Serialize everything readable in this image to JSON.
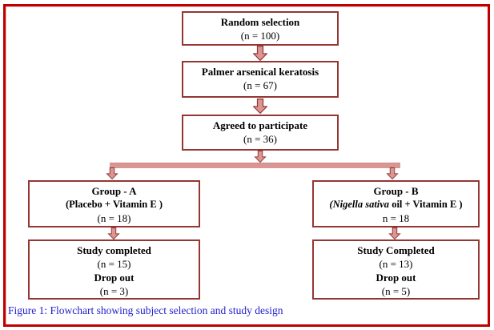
{
  "figure": {
    "caption": "Figure 1: Flowchart showing subject selection and study design"
  },
  "colors": {
    "frame_border": "#c00000",
    "box_border": "#943634",
    "arrow_fill": "#d99694",
    "arrow_outline": "#943634",
    "caption_text": "#2222cc",
    "box_text": "#000000"
  },
  "flowchart": {
    "nodes": {
      "random": {
        "title": "Random selection",
        "count": "(n = 100)"
      },
      "keratosis": {
        "title": "Palmer arsenical keratosis",
        "count": "(n = 67)"
      },
      "agreed": {
        "title": "Agreed to participate",
        "count": "(n = 36)"
      },
      "group_a": {
        "title": "Group - A",
        "treatment": "(Placebo + Vitamin E )",
        "count": "(n = 18)"
      },
      "group_b": {
        "title": "Group - B",
        "treatment_italic": "(Nigella sativa",
        "treatment_rest": " oil + Vitamin E )",
        "count": "n = 18"
      },
      "study_a": {
        "title": "Study completed",
        "count": "(n = 15)",
        "dropout_label": "Drop out",
        "dropout_count": "(n = 3)"
      },
      "study_b": {
        "title": "Study Completed",
        "count": "(n = 13)",
        "dropout_label": "Drop out",
        "dropout_count": "(n = 5)"
      }
    }
  }
}
